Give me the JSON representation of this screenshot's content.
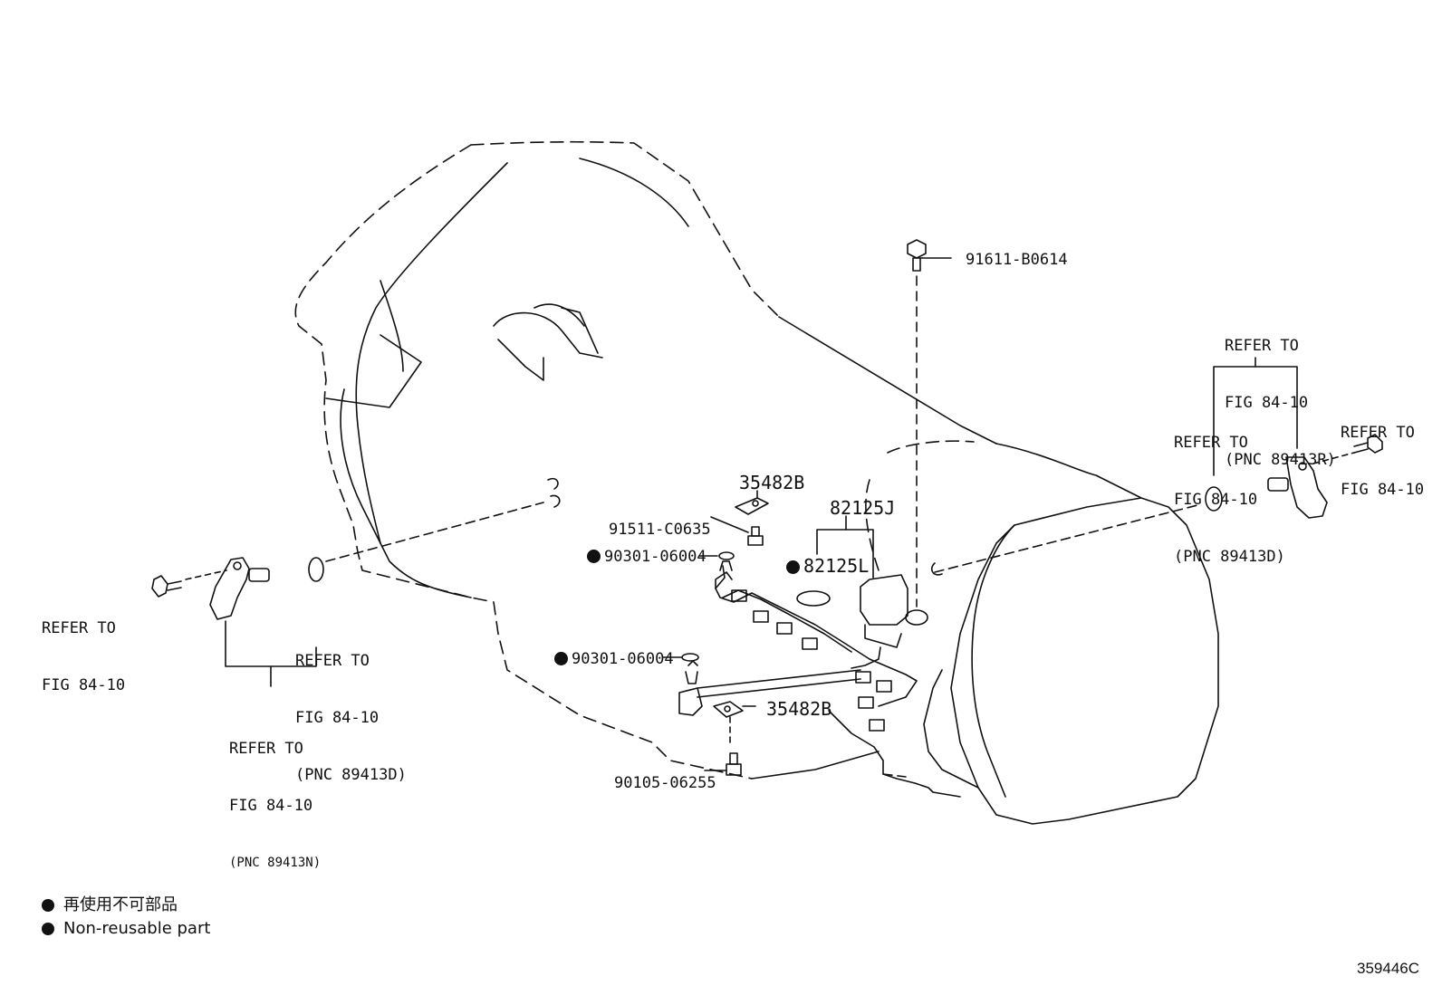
{
  "callouts": {
    "p91611": "91611-B0614",
    "p35482_top": "35482B",
    "p82125J": "82125J",
    "p91511": "91511-C0635",
    "p90301_a": "90301-06004",
    "p82125L": "82125L",
    "p90301_b": "90301-06004",
    "p35482_bot": "35482B",
    "p90105": "90105-06255"
  },
  "refers": {
    "left_bolt": [
      "REFER TO",
      "FIG 84-10"
    ],
    "left_oring": [
      "REFER TO",
      "FIG 84-10",
      "(PNC 89413D)"
    ],
    "left_sensor": [
      "REFER TO",
      "FIG 84-10",
      "(PNC 89413N)"
    ],
    "right_top": [
      "REFER TO",
      "FIG 84-10",
      "(PNC 89413R)"
    ],
    "right_oring": [
      "REFER TO",
      "FIG 84-10",
      "(PNC 89413D)"
    ],
    "right_bolt": [
      "REFER TO",
      "FIG 84-10"
    ]
  },
  "legend": {
    "line_jp": "再使用不可部品",
    "line_en": "Non-reusable part"
  },
  "figure_number": "359446C",
  "icons": {
    "non_reusable_marker": "filled-circle-icon"
  }
}
